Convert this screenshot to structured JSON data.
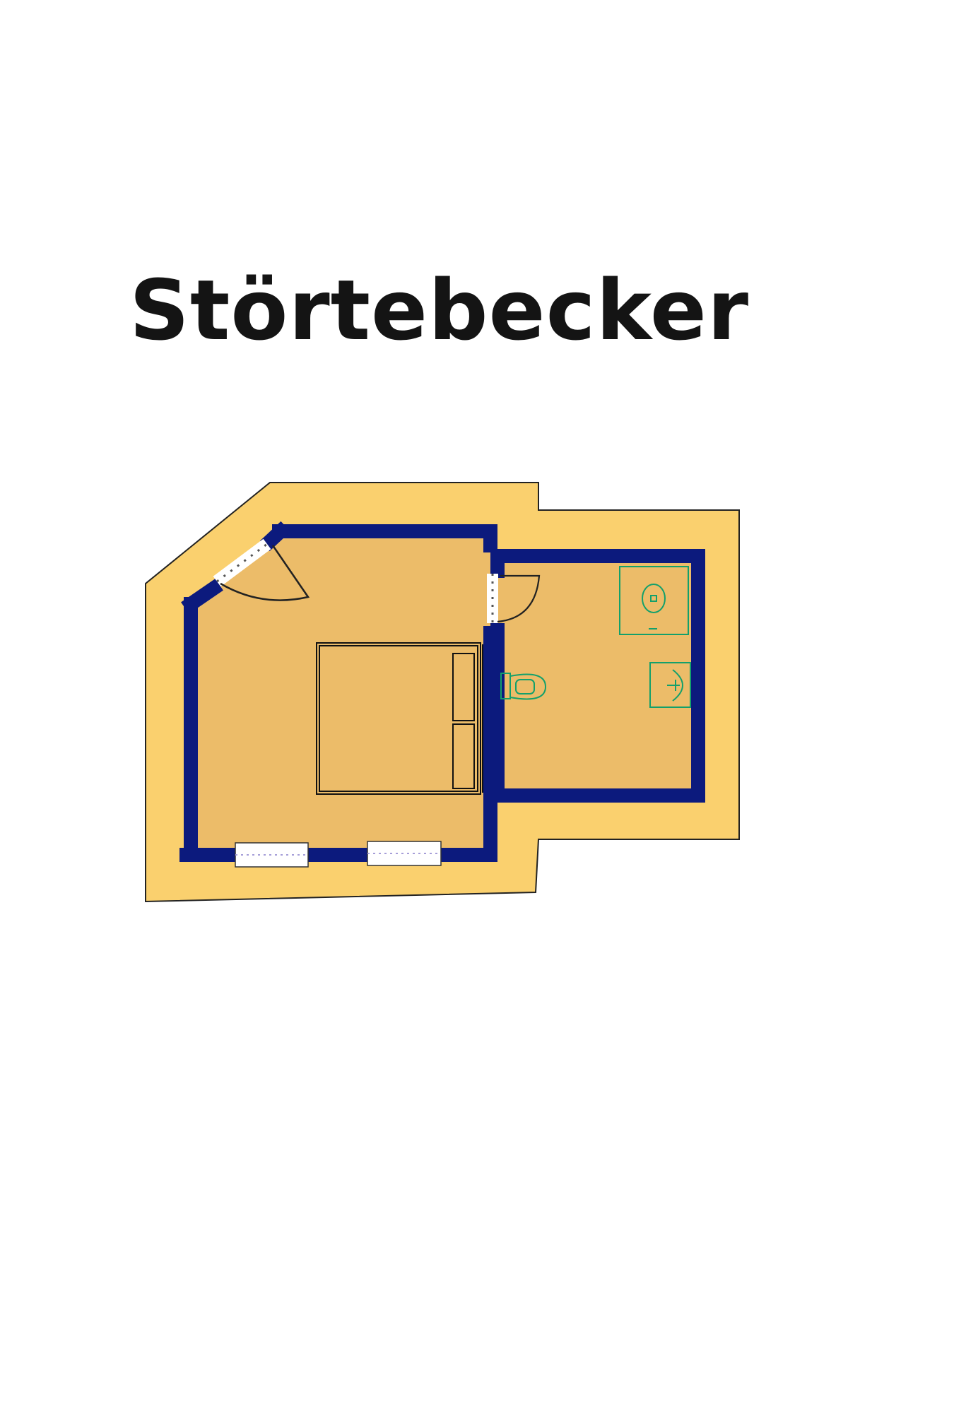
{
  "title": "Störtebecker",
  "colors": {
    "outer_fill": "#fad06e",
    "room_fill": "#ecbc69",
    "wall": "#0c1a7d",
    "fixture": "#13a06b",
    "furniture": "#111111",
    "window": "#ffffff"
  },
  "rooms": [
    {
      "id": "bedroom",
      "furniture": [
        "double-bed"
      ],
      "openings": [
        "door",
        "window",
        "window"
      ]
    },
    {
      "id": "bathroom",
      "fixtures": [
        "shower",
        "washbasin",
        "toilet"
      ],
      "openings": [
        "door"
      ]
    }
  ]
}
